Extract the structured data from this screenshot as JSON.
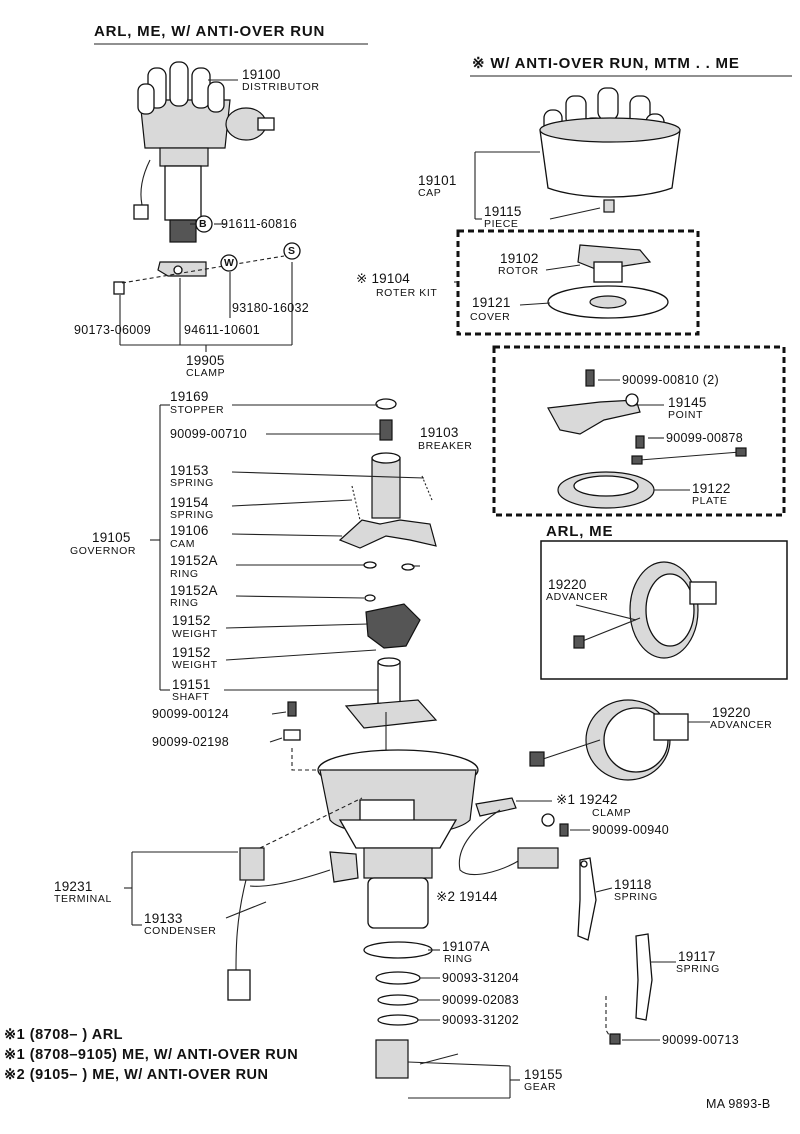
{
  "headers": {
    "top_left": "ARL, ME, W/ ANTI-OVER  RUN",
    "top_right": "※ W/ ANTI-OVER  RUN, MTM . . ME",
    "advancer_box": "ARL, ME"
  },
  "parts": {
    "p19100": {
      "num": "19100",
      "name": "DISTRIBUTOR"
    },
    "p91611": {
      "num": "91611-60816",
      "mark": "B"
    },
    "p90173": {
      "num": "90173-06009"
    },
    "p94611": {
      "num": "94611-10601",
      "mark": "W"
    },
    "p93180": {
      "num": "93180-16032",
      "mark": "S"
    },
    "p19905": {
      "num": "19905",
      "name": "CLAMP"
    },
    "p19101": {
      "num": "19101",
      "name": "CAP"
    },
    "p19115": {
      "num": "19115",
      "name": "PIECE"
    },
    "p19104": {
      "num": "※ 19104",
      "name": "ROTER KIT"
    },
    "p19102": {
      "num": "19102",
      "name": "ROTOR"
    },
    "p19121": {
      "num": "19121",
      "name": "COVER"
    },
    "p90099_00810": {
      "num": "90099-00810 (2)"
    },
    "p19145": {
      "num": "19145",
      "name": "POINT"
    },
    "p90099_00878": {
      "num": "90099-00878"
    },
    "p19122": {
      "num": "19122",
      "name": "PLATE"
    },
    "p19169": {
      "num": "19169",
      "name": "STOPPER"
    },
    "p90099_00710": {
      "num": "90099-00710"
    },
    "p19103": {
      "num": "19103",
      "name": "BREAKER"
    },
    "p19153": {
      "num": "19153",
      "name": "SPRING"
    },
    "p19154": {
      "num": "19154",
      "name": "SPRING"
    },
    "p19105": {
      "num": "19105",
      "name": "GOVERNOR"
    },
    "p19106": {
      "num": "19106",
      "name": "CAM"
    },
    "p19152A_1": {
      "num": "19152A",
      "name": "RING"
    },
    "p19152A_2": {
      "num": "19152A",
      "name": "RING"
    },
    "p19152_1": {
      "num": "19152",
      "name": "WEIGHT"
    },
    "p19152_2": {
      "num": "19152",
      "name": "WEIGHT"
    },
    "p19151": {
      "num": "19151",
      "name": "SHAFT"
    },
    "p19220_a": {
      "num": "19220",
      "name": "ADVANCER"
    },
    "p19220_b": {
      "num": "19220",
      "name": "ADVANCER"
    },
    "p90099_00124": {
      "num": "90099-00124"
    },
    "p90099_02198": {
      "num": "90099-02198"
    },
    "p19242": {
      "num": "※1 19242",
      "name": "CLAMP"
    },
    "p90099_00940": {
      "num": "90099-00940"
    },
    "p19231": {
      "num": "19231",
      "name": "TERMINAL"
    },
    "p19133": {
      "num": "19133",
      "name": "CONDENSER"
    },
    "p19144": {
      "num": "※2 19144"
    },
    "p19118": {
      "num": "19118",
      "name": "SPRING"
    },
    "p19107A": {
      "num": "19107A",
      "name": "RING"
    },
    "p90093_31204": {
      "num": "90093-31204"
    },
    "p90099_02083": {
      "num": "90099-02083"
    },
    "p90093_31202": {
      "num": "90093-31202"
    },
    "p19117": {
      "num": "19117",
      "name": "SPRING"
    },
    "p90099_00713": {
      "num": "90099-00713"
    },
    "p19155": {
      "num": "19155",
      "name": "GEAR"
    }
  },
  "notes": [
    "※1 (8708–         ) ARL",
    "※1 (8708–9105) ME, W/ ANTI-OVER RUN",
    "※2 (9105–         ) ME, W/ ANTI-OVER RUN"
  ],
  "footer": {
    "code": "MA 9893-B"
  }
}
